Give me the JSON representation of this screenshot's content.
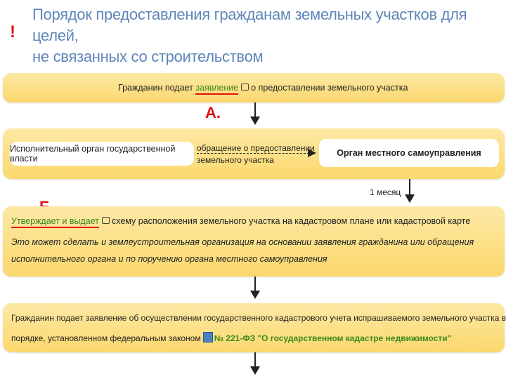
{
  "title": {
    "line1": "Порядок предоставления гражданам земельных участков для целей,",
    "line2": "не связанных со строительством"
  },
  "exclamation": "!",
  "step1": {
    "before": "Гражданин подает",
    "link": "заявление",
    "after": "о предоставлении земельного участка"
  },
  "label_a": "А.",
  "step2": {
    "left": "Исполнительный орган государственной власти",
    "middle_line1": "обращение о предоставлении",
    "middle_line2": "земельного участка",
    "right": "Орган местного самоуправления"
  },
  "duration": "1 месяц",
  "label_b": "Б.",
  "step3": {
    "link": "Утверждает и выдает",
    "after": "схему расположения земельного участка на кадастровом плане или кадастровой карте",
    "note_line1": "Это может сделать и землеустроительная организация на основании заявления гражданина или обращения",
    "note_line2": "исполнительного органа и по поручению органа местного самоуправления"
  },
  "step4": {
    "line1": "Гражданин подает заявление об осуществлении государственного кадастрового учета испрашиваемого земельного участка в",
    "line2_before": "порядке, установленном федеральным законом",
    "law": "№ 221-ФЗ \"О государственном кадастре недвижимости\""
  },
  "icons": [
    "comment-icon",
    "document-icon",
    "arrow-down-icon",
    "dashed-arrow-right-icon"
  ],
  "colors": {
    "box": "#fbd86d",
    "title": "#5f86b8",
    "accent_red": "#e01515",
    "link_green": "#3a8a1f"
  }
}
